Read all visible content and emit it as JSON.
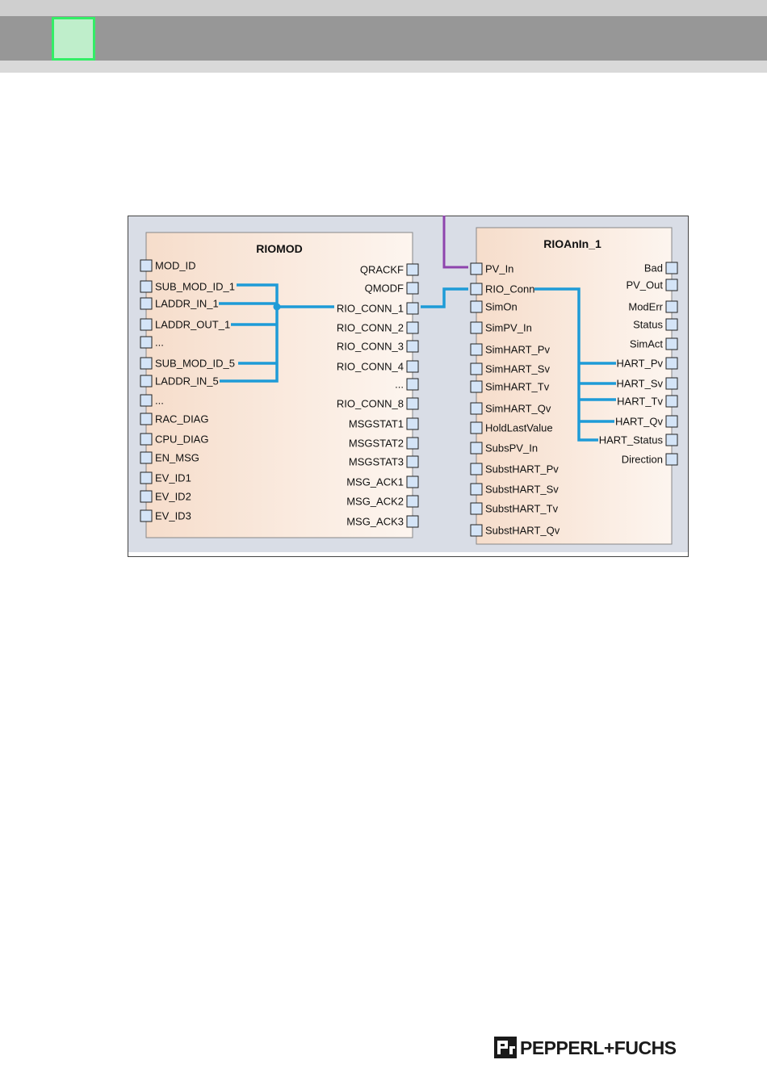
{
  "diagram": {
    "blocks": [
      {
        "title": "RIOMOD",
        "inputs": [
          "MOD_ID",
          "SUB_MOD_ID_1",
          "LADDR_IN_1",
          "LADDR_OUT_1",
          "...",
          "SUB_MOD_ID_5",
          "LADDR_IN_5",
          "...",
          "RAC_DIAG",
          "CPU_DIAG",
          "EN_MSG",
          "EV_ID1",
          "EV_ID2",
          "EV_ID3"
        ],
        "outputs": [
          "QRACKF",
          "QMODF",
          "RIO_CONN_1",
          "RIO_CONN_2",
          "RIO_CONN_3",
          "RIO_CONN_4",
          "...",
          "RIO_CONN_8",
          "MSGSTAT1",
          "MSGSTAT2",
          "MSGSTAT3",
          "MSG_ACK1",
          "MSG_ACK2",
          "MSG_ACK3"
        ]
      },
      {
        "title": "RIOAnIn_1",
        "inputs": [
          "PV_In",
          "RIO_Conn",
          "SimOn",
          "SimPV_In",
          "SimHART_Pv",
          "SimHART_Sv",
          "SimHART_Tv",
          "SimHART_Qv",
          "HoldLastValue",
          "SubsPV_In",
          "SubstHART_Pv",
          "SubstHART_Sv",
          "SubstHART_Tv",
          "SubstHART_Qv"
        ],
        "outputs": [
          "Bad",
          "PV_Out",
          "ModErr",
          "Status",
          "SimAct",
          "HART_Pv",
          "HART_Sv",
          "HART_Tv",
          "HART_Qv",
          "HART_Status",
          "Direction"
        ]
      }
    ],
    "wire_colors": {
      "signal": "#1e9bd7",
      "pv_in": "#8e44ad"
    }
  },
  "logo": {
    "text": "PEPPERL+FUCHS",
    "icon": "pepperl-fuchs-logo-icon",
    "color": "#1a1a1a"
  }
}
